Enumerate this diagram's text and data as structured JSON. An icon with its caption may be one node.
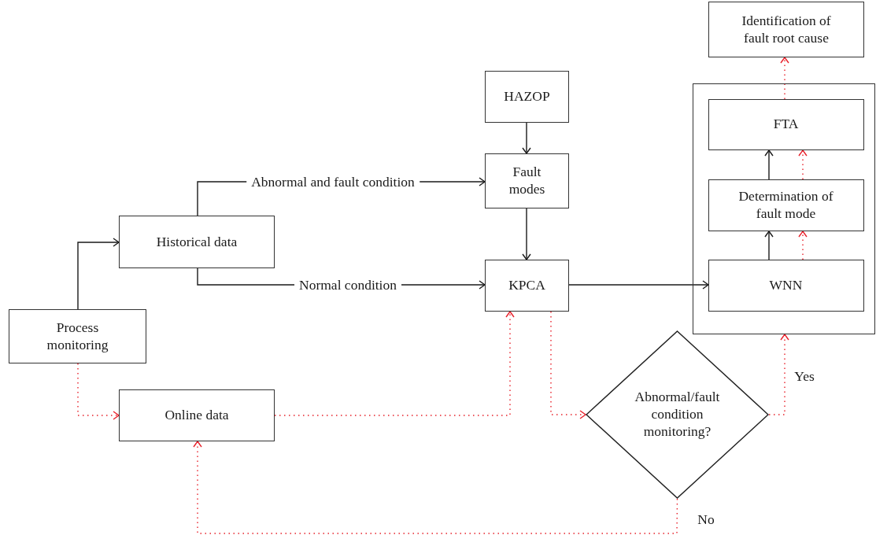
{
  "diagram": {
    "nodes": [
      {
        "text": [
          "Identification of fault root cause"
        ]
      },
      {
        "text": [
          "HAZOP"
        ]
      },
      {
        "text": [],
        "shape": "box"
      },
      {
        "text": [
          "FTA"
        ],
        "in": 2
      },
      {
        "text": [
          "Determination of fault mode"
        ],
        "in": 2
      },
      {
        "text": [
          "WNN"
        ],
        "in": 2
      },
      {
        "text": [
          "Fault modes"
        ]
      },
      {
        "text": [
          "Historical data"
        ]
      },
      {
        "text": [
          "KPCA"
        ]
      },
      {
        "text": [
          "Process monitoring"
        ]
      },
      {
        "text": [
          "Online data"
        ]
      },
      {
        "text": [
          "Abnormal/fault condition monitoring?"
        ]
      }
    ],
    "edges": [
      {
        "from": 9,
        "to": 7,
        "arrow": "to"
      },
      {
        "from": 7,
        "to": 6,
        "arrow": "to",
        "label": "Abnormal and fault condition"
      },
      {
        "from": 7,
        "to": 8,
        "arrow": "to",
        "label": "Normal condition"
      },
      {
        "from": 1,
        "to": 6,
        "arrow": "to"
      },
      {
        "from": 6,
        "to": 8,
        "arrow": "to"
      },
      {
        "from": 8,
        "to": 5,
        "arrow": "to"
      },
      {
        "from": 5,
        "to": 4,
        "arrow": "to"
      },
      {
        "from": 4,
        "to": 3,
        "arrow": "to"
      },
      {
        "from": 9,
        "to": 10,
        "arrow": "to",
        "style": "dashed",
        "color": "#e8202a"
      },
      {
        "from": 10,
        "to": 8,
        "arrow": "to",
        "style": "dashed",
        "color": "#e8202a"
      },
      {
        "from": 8,
        "to": 11,
        "arrow": "to",
        "style": "dashed",
        "color": "#e8202a"
      },
      {
        "from": 11,
        "to": 2,
        "arrow": "to",
        "label": "Yes",
        "style": "dashed",
        "color": "#e8202a"
      },
      {
        "from": 11,
        "to": 10,
        "arrow": "to",
        "label": "No",
        "style": "dashed",
        "color": "#e8202a"
      },
      {
        "from": 5,
        "to": 4,
        "arrow": "to",
        "style": "dashed",
        "color": "#e8202a"
      },
      {
        "from": 4,
        "to": 3,
        "arrow": "to",
        "style": "dashed",
        "color": "#e8202a"
      },
      {
        "from": 3,
        "to": 0,
        "arrow": "to",
        "style": "dashed",
        "color": "#e8202a"
      }
    ]
  }
}
